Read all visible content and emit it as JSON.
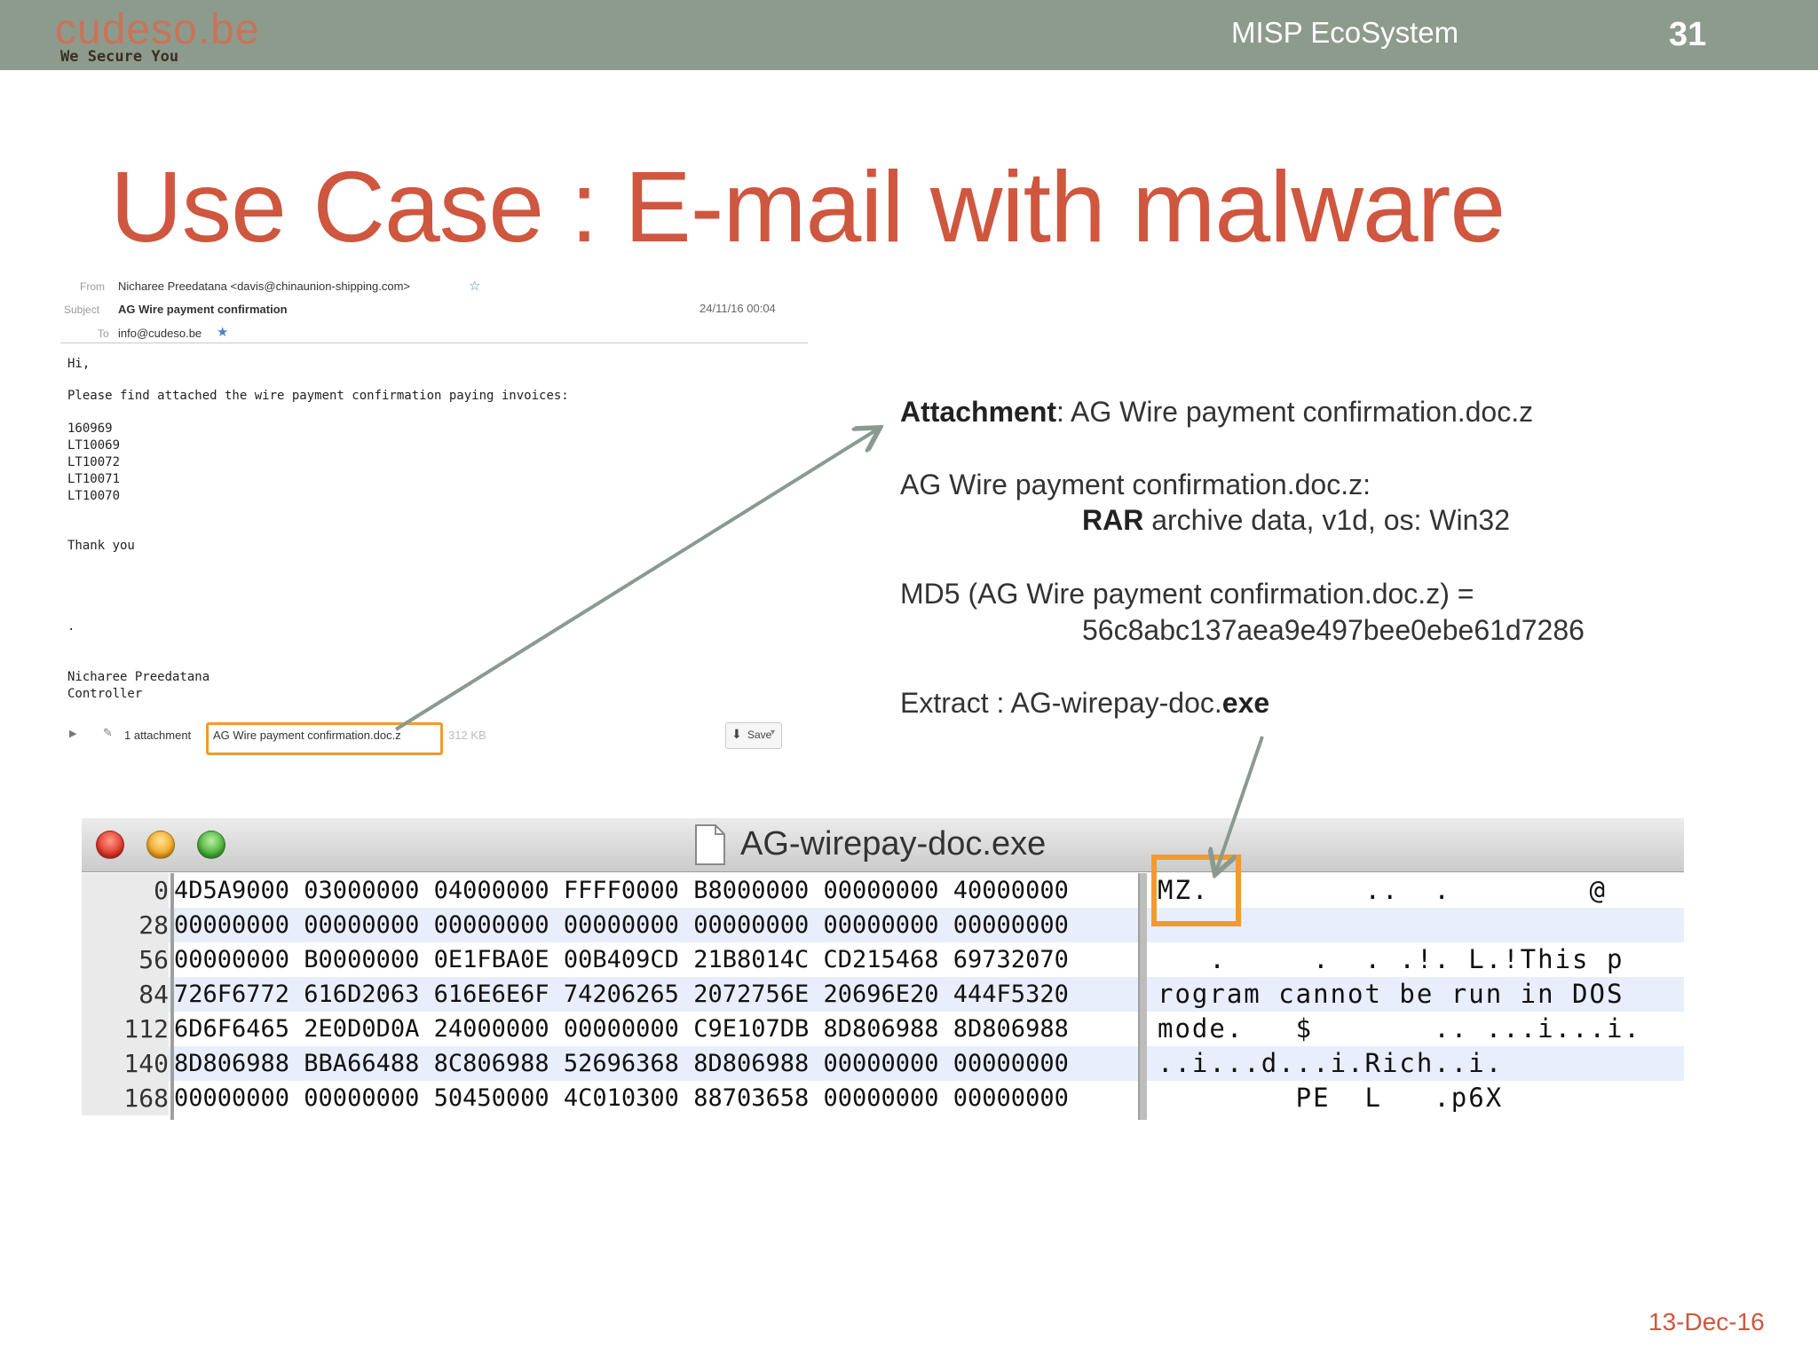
{
  "header": {
    "logo_main": "cudeso.be",
    "logo_sub": "We Secure You",
    "title": "MISP EcoSystem",
    "slide_number": "31"
  },
  "slide_title": "Use Case : E-mail with malware",
  "email": {
    "from_label": "From",
    "from_value": "Nicharee Preedatana <davis@chinaunion-shipping.com>",
    "subject_label": "Subject",
    "subject_value": "AG Wire payment confirmation",
    "date": "24/11/16 00:04",
    "to_label": "To",
    "to_value": "info@cudeso.be",
    "greeting": "Hi,",
    "body_line": "Please find attached the wire payment confirmation paying invoices:",
    "invoices": [
      "160969",
      "LT10069",
      "LT10072",
      "LT10071",
      "LT10070"
    ],
    "thanks": "Thank you",
    "dot": ".",
    "signature_name": "Nicharee Preedatana",
    "signature_title": "Controller",
    "attachment_count": "1 attachment",
    "attachment_name": "AG Wire payment confirmation.doc.z",
    "attachment_size": "312 KB",
    "save_label": "Save"
  },
  "description": {
    "attachment_label": "Attachment",
    "attachment_value": ": AG Wire payment confirmation.doc.z",
    "file_line": "AG Wire payment confirmation.doc.z:",
    "rar_bold": "RAR",
    "rar_rest": " archive data, v1d, os: Win32",
    "md5_line": "MD5 (AG Wire payment confirmation.doc.z) =",
    "md5_value": "56c8abc137aea9e497bee0ebe61d7286",
    "extract_prefix": "Extract : AG-wirepay-doc.",
    "extract_bold": "exe"
  },
  "hex_window": {
    "title": "AG-wirepay-doc.exe",
    "rows": [
      {
        "offset": "0",
        "hex": "4D5A9000 03000000 04000000 FFFF0000 B8000000 00000000 40000000",
        "ascii": "MZ.         ..  .        @"
      },
      {
        "offset": "28",
        "hex": "00000000 00000000 00000000 00000000 00000000 00000000 00000000",
        "ascii": ""
      },
      {
        "offset": "56",
        "hex": "00000000 B0000000 0E1FBA0E 00B409CD 21B8014C CD215468 69732070",
        "ascii": "   .     .  . .!. L.!This p"
      },
      {
        "offset": "84",
        "hex": "726F6772 616D2063 616E6E6F 74206265 2072756E 20696E20 444F5320",
        "ascii": "rogram cannot be run in DOS"
      },
      {
        "offset": "112",
        "hex": "6D6F6465 2E0D0D0A 24000000 00000000 C9E107DB 8D806988 8D806988",
        "ascii": "mode.   $       .. ...i...i."
      },
      {
        "offset": "140",
        "hex": "8D806988 BBA66488 8C806988 52696368 8D806988 00000000 00000000",
        "ascii": "..i...d...i.Rich..i."
      },
      {
        "offset": "168",
        "hex": "00000000 00000000 50450000 4C010300 88703658 00000000 00000000",
        "ascii": "        PE  L   .p6X"
      }
    ]
  },
  "footer_date": "13-Dec-16",
  "colors": {
    "header_bg": "#8d9b8d",
    "title": "#cf563f",
    "highlight": "#f39a2b",
    "arrow": "#8a9a90"
  }
}
